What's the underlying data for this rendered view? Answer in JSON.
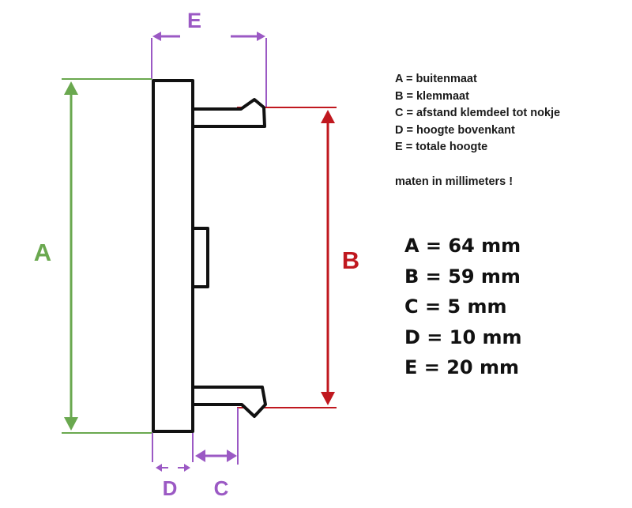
{
  "labels": {
    "a": "A",
    "b": "B",
    "c": "C",
    "d": "D",
    "e": "E"
  },
  "legend": [
    "A = buitenmaat",
    "B = klemmaat",
    "C = afstand klemdeel tot nokje",
    "D = hoogte bovenkant",
    "E = totale hoogte"
  ],
  "note": "maten in millimeters !",
  "values": [
    "A = 64 mm",
    "B = 59 mm",
    "C = 5 mm",
    "D = 10 mm",
    "E = 20 mm"
  ],
  "colors": {
    "a": "#6aa84f",
    "b": "#c0181f",
    "c": "#9b59c4",
    "d": "#9b59c4",
    "e": "#9b59c4",
    "outline": "#111111"
  }
}
